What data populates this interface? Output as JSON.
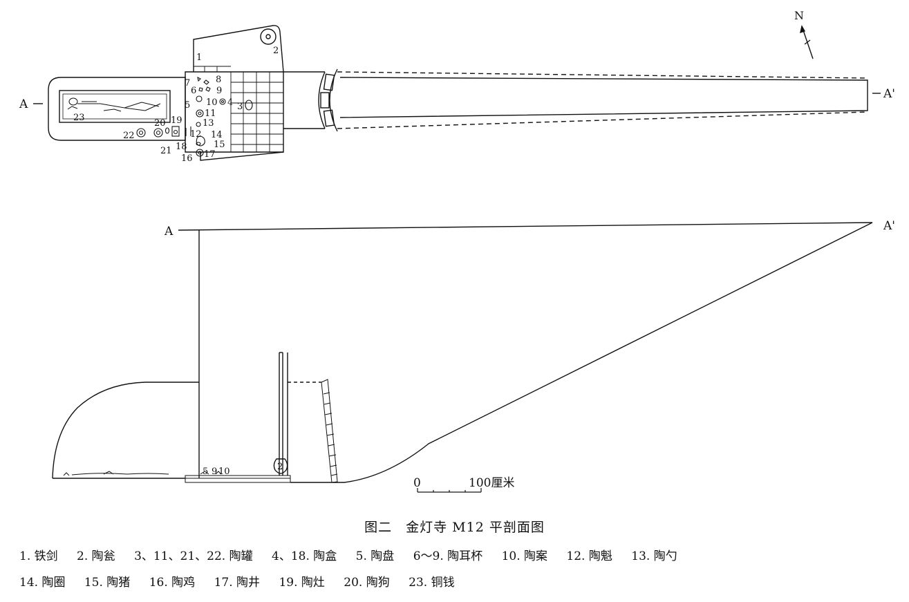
{
  "caption": "图二　金灯寺 M12 平剖面图",
  "section_marks": {
    "left": "A",
    "right": "A'"
  },
  "compass": "N",
  "scale": {
    "zero": "0",
    "label": "100厘米"
  },
  "item_numbers": [
    "1",
    "2",
    "3",
    "4",
    "5",
    "6",
    "7",
    "8",
    "9",
    "10",
    "11",
    "12",
    "13",
    "14",
    "15",
    "16",
    "17",
    "18",
    "19",
    "20",
    "21",
    "22",
    "23"
  ],
  "section_numbers": [
    "5",
    "9",
    "10",
    "2"
  ],
  "legend_line1": [
    "1. 铁剑",
    "2. 陶瓮",
    "3、11、21、22. 陶罐",
    "4、18. 陶盒",
    "5. 陶盘",
    "6～9. 陶耳杯",
    "10. 陶案",
    "12. 陶魁",
    "13. 陶勺"
  ],
  "legend_line2": [
    "14. 陶圈",
    "15. 陶猪",
    "16. 陶鸡",
    "17. 陶井",
    "19. 陶灶",
    "20. 陶狗",
    "23. 铜钱"
  ]
}
